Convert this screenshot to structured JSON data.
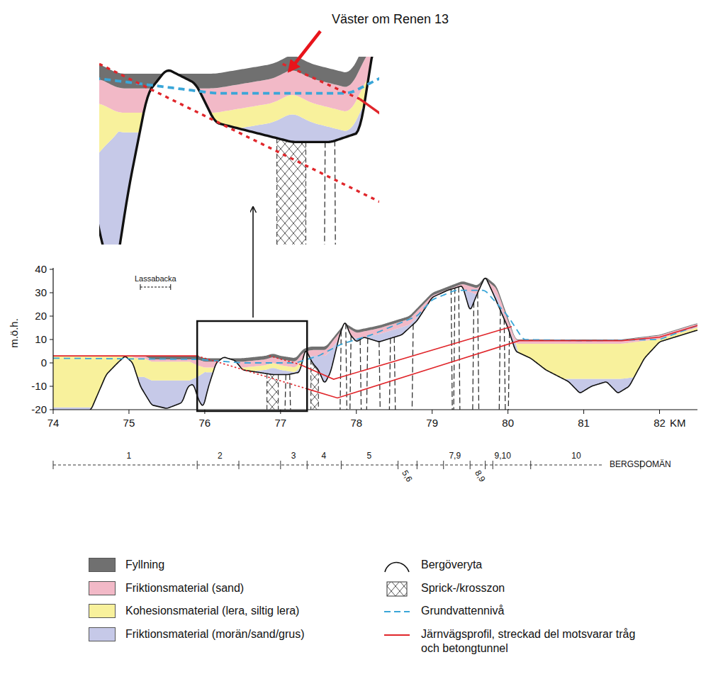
{
  "diagram": {
    "labels": [
      "Väster om Renen 13",
      "Lassabacka",
      "m.ö.h.",
      "40",
      "30",
      "20",
      "10",
      "0",
      "-10",
      "-20",
      "74",
      "75",
      "76",
      "77",
      "78",
      "79",
      "80",
      "81",
      "82",
      "KM",
      "1",
      "2",
      "3",
      "4",
      "5",
      "5,6",
      "7,9",
      "8,9",
      "9,10",
      "10",
      "BERGSDOMÄN"
    ],
    "legend": [
      {
        "text": "Fyllning",
        "color": "#707070"
      },
      {
        "text": "Friktionsmaterial (sand)",
        "color": "#f2b9c7"
      },
      {
        "text": "Kohesionsmaterial (lera, siltig lera)",
        "color": "#f8f19c"
      },
      {
        "text": "Friktionsmaterial (morän/sand/grus)",
        "color": "#c6c9e8"
      },
      {
        "text": "Bergöveryta"
      },
      {
        "text": "Sprick-/krosszon"
      },
      {
        "text": "Grundvattennivå"
      },
      {
        "text": "Järnvägsprofil, streckad del motsvarar tråg och betongtunnel"
      }
    ]
  }
}
